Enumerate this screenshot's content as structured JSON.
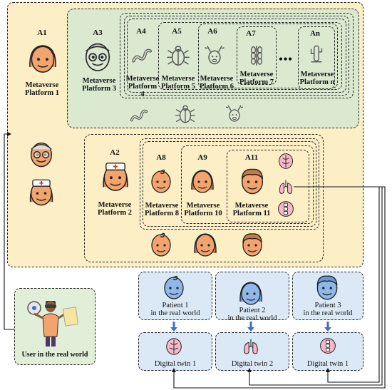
{
  "agents": {
    "a1": "A1",
    "a2": "A2",
    "a3": "A3",
    "a4": "A4",
    "a5": "A5",
    "a6": "A6",
    "a7": "A7",
    "an": "An",
    "a8": "A8",
    "a9": "A9",
    "a11": "A11"
  },
  "platforms": {
    "p1": "Metaverse\nPlatform 1",
    "p2": "Metaverse\nPlatform 2",
    "p3": "Metaverse\nPlatform 3",
    "p4": "Metaverse\nPlatform 4",
    "p5": "Metaverse\nPlatform 5",
    "p6": "Metaverse\nPlatform 6",
    "p7": "Metaverse\nPlatform 7",
    "pn": "Metaverse\nPlatform n",
    "p8": "Metaverse\nPlatform 8",
    "p10": "Metaverse\nPlatform 10",
    "p11": "Metaverse\nPlatform 11"
  },
  "ellipsis": "•••",
  "real_world": {
    "user": "User in the real world",
    "patient1": "Patient 1\nin the real world",
    "patient2": "Patient 2\nin the real world",
    "patient3": "Patient 3\nin the real world",
    "twin1": "Digital twin 1",
    "twin2": "Digital twin 2",
    "twin3": "Digital twin 1"
  },
  "colors": {
    "outer_bg": "#fcefc6",
    "green_bg": "#dbe9d1",
    "blue_bg": "#dbe9f7",
    "face_orange": "#f3a46e",
    "face_blue": "#8fb8e8",
    "arrow_blue": "#3a6fd0",
    "organ_pink": "#f5b8c8"
  }
}
